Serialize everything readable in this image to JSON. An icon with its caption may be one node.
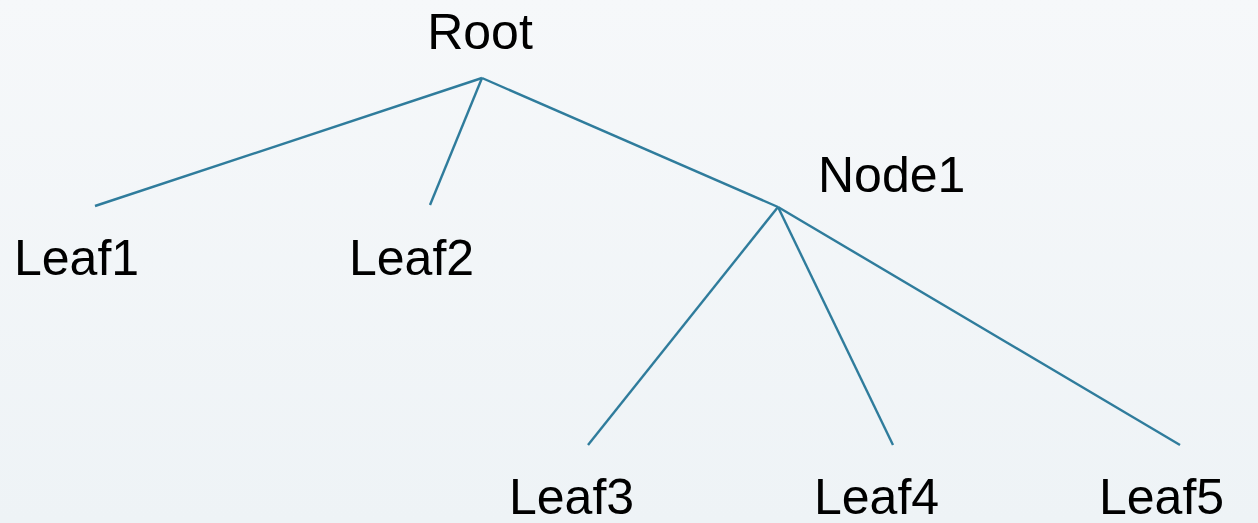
{
  "diagram": {
    "nodes": [
      {
        "text": [
          "Root"
        ]
      },
      {
        "text": [
          "Leaf1"
        ]
      },
      {
        "text": [
          "Leaf2"
        ]
      },
      {
        "text": [
          "Node1"
        ]
      },
      {
        "text": [
          "Leaf3"
        ]
      },
      {
        "text": [
          "Leaf4"
        ]
      },
      {
        "text": [
          "Leaf5"
        ]
      }
    ],
    "edges": [
      {
        "from": 0,
        "to": 1,
        "arrow": "none"
      },
      {
        "from": 0,
        "to": 2,
        "arrow": "none"
      },
      {
        "from": 0,
        "to": 3,
        "arrow": "none"
      },
      {
        "from": 3,
        "to": 4,
        "arrow": "none"
      },
      {
        "from": 3,
        "to": 5,
        "arrow": "none"
      },
      {
        "from": 3,
        "to": 6,
        "arrow": "none"
      }
    ]
  }
}
